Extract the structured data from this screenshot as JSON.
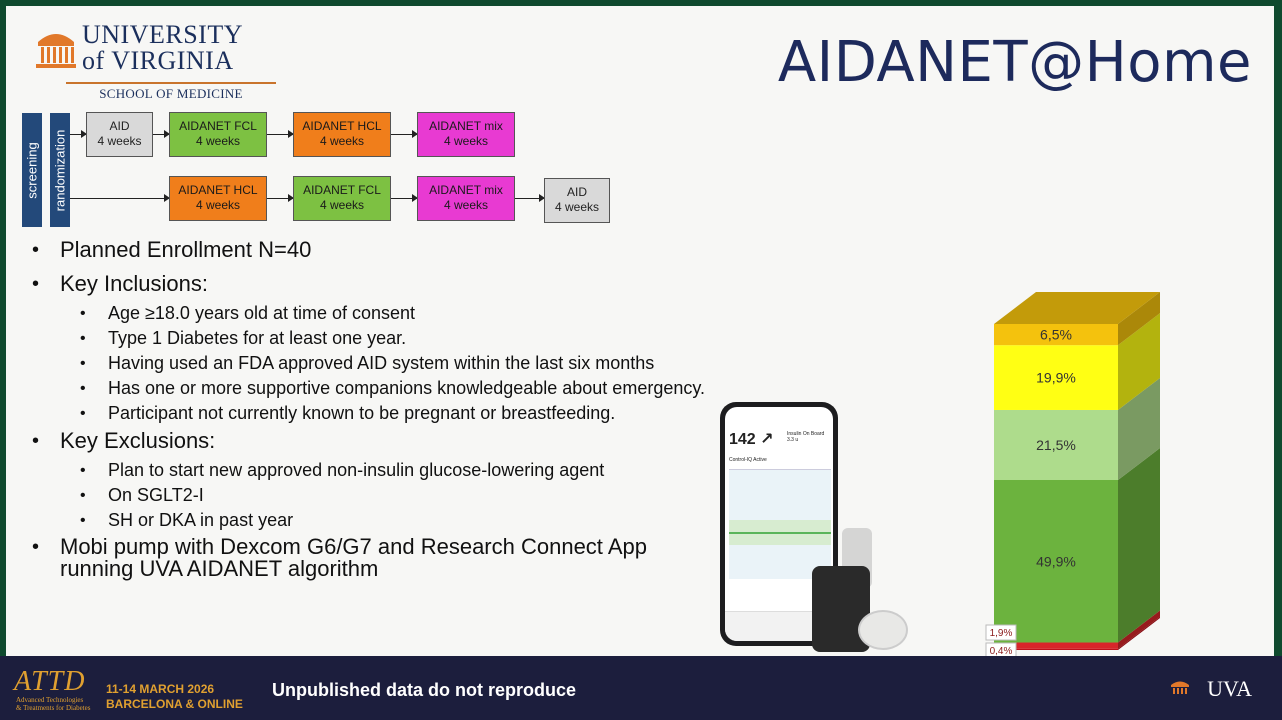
{
  "header": {
    "logo_university_line1": "UNIVERSITY",
    "logo_university_line2": "of VIRGINIA",
    "logo_school": "SCHOOL OF MEDICINE",
    "title": "AIDANET@Home"
  },
  "study_design": {
    "screening_label": "screening",
    "randomization_label": "randomization",
    "row1": [
      {
        "name": "AID",
        "duration": "4 weeks",
        "color": "gray"
      },
      {
        "name": "AIDANET FCL",
        "duration": "4 weeks",
        "color": "green"
      },
      {
        "name": "AIDANET HCL",
        "duration": "4 weeks",
        "color": "orange"
      },
      {
        "name": "AIDANET mix",
        "duration": "4 weeks",
        "color": "magenta"
      }
    ],
    "row2": [
      {
        "name": "AIDANET HCL",
        "duration": "4 weeks",
        "color": "orange"
      },
      {
        "name": "AIDANET FCL",
        "duration": "4 weeks",
        "color": "green"
      },
      {
        "name": "AIDANET mix",
        "duration": "4 weeks",
        "color": "magenta"
      },
      {
        "name": "AID",
        "duration": "4 weeks",
        "color": "gray"
      }
    ]
  },
  "bullets": {
    "enrollment": "Planned Enrollment N=40",
    "inclusions_title": "Key Inclusions:",
    "inclusions": [
      "Age ≥18.0 years old at time of consent",
      "Type 1 Diabetes for at least one year.",
      "Having used an FDA approved AID system within the last six months",
      "Has one or more supportive companions knowledgeable about emergency.",
      "Participant not currently known to be pregnant or breastfeeding."
    ],
    "exclusions_title": "Key Exclusions:",
    "exclusions": [
      "Plan to start new approved non-insulin glucose-lowering agent",
      "On SGLT2-I",
      "SH or DKA in past year"
    ],
    "device": "Mobi pump with Dexcom G6/G7 and Research Connect App running UVA AIDANET algorithm"
  },
  "phone": {
    "glucose": "142 ↗",
    "iob_label": "Insulin On Board",
    "iob_value": "3.3 u",
    "status": "Control-IQ Active"
  },
  "chart_data": {
    "type": "bar",
    "stacked": true,
    "categories": [
      ""
    ],
    "series": [
      {
        "name": "",
        "values": [
          0.4
        ],
        "color": "#c0101a"
      },
      {
        "name": "",
        "values": [
          1.9
        ],
        "color": "#d8262a"
      },
      {
        "name": "",
        "values": [
          49.9
        ],
        "color": "#6cb33e"
      },
      {
        "name": "",
        "values": [
          21.5
        ],
        "color": "#aedc8c"
      },
      {
        "name": "",
        "values": [
          19.9
        ],
        "color": "#ffff14"
      },
      {
        "name": "",
        "values": [
          6.5
        ],
        "color": "#f4c20d"
      }
    ],
    "labels": [
      "0,4%",
      "1,9%",
      "49,9%",
      "21,5%",
      "19,9%",
      "6,5%"
    ]
  },
  "footer": {
    "conference": "ATTD",
    "conference_sub1": "Advanced Technologies",
    "conference_sub2": "& Treatments for Diabetes",
    "dates": "11-14 MARCH 2026",
    "location": "BARCELONA & ONLINE",
    "notice": "Unpublished data do not reproduce",
    "uva": "UVA"
  }
}
